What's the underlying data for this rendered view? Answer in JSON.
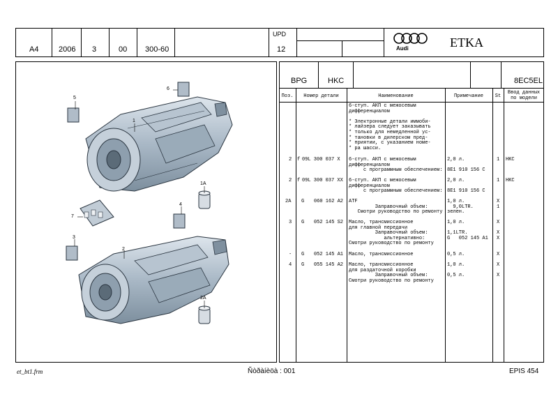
{
  "header": {
    "model": "A4",
    "year": "2006",
    "group": "3",
    "subgroup": "00",
    "illustration": "300-60",
    "upd_label": "UPD",
    "upd_value": "12",
    "brand": "Audi",
    "title": "ETKA"
  },
  "sub_header": {
    "code1": "BPG",
    "code2": "HKC",
    "code3": "8EC5EL"
  },
  "columns": {
    "pos": "Поз.",
    "part_no": "Номер детали",
    "name": "Наименование",
    "note": "Примечание",
    "st": "St",
    "model_data": "Ввод данных\nпо модели"
  },
  "rows": [
    {
      "pos": "",
      "flag": "",
      "part": "",
      "name": "6-ступ. АКП с межосевым\nдифференциалом\n\n* Электронные детали иммоби-\n* лайзера следует заказывать\n* только для немедленной ус-\n* тановки в дилерском пред-\n* приятии, с указанием номе-\n* ра шасси.",
      "note": "",
      "st": "",
      "model": ""
    },
    {
      "pos": "2",
      "flag": "f",
      "part": "09L 300 037 X",
      "name": "6-ступ. АКП с межосевым\nдифференциалом\n     с программным обеспечением:",
      "note": "2,0 л.\n\n8E1 910 156 C",
      "st": "1",
      "model": "HKC"
    },
    {
      "pos": "2",
      "flag": "f",
      "part": "09L 300 037 XX",
      "name": "6-ступ. АКП с межосевым\nдифференциалом\n     с программным обеспечением:",
      "note": "2,0 л.\n\n8E1 910 156 C",
      "st": "1",
      "model": "HKC"
    },
    {
      "pos": "2A",
      "flag": "G",
      "part": "060 162 A2",
      "name": "ATF\n         Заправочный объем:\n   Смотри руководство по ремонту",
      "note": "1,0 л.\n  9,0LTR.\nзелен.",
      "st": "X\n1",
      "model": ""
    },
    {
      "pos": "3",
      "flag": "G",
      "part": "052 145 S2",
      "name": "Масло, трансмиссионное\nдля главной передачи\n         Заправочный объем:\n            альтернативно:\nСмотри руководство по ремонту",
      "note": "1,0 л.\n\n1,1LTR.\nG   052 145 A1",
      "st": "X\n\nX\nX",
      "model": ""
    },
    {
      "pos": "-",
      "flag": "G",
      "part": "052 145 A1",
      "name": "Масло, трансмиссионное",
      "note": "0,5 л.",
      "st": "X",
      "model": ""
    },
    {
      "pos": "4",
      "flag": "G",
      "part": "055 145 A2",
      "name": "Масло, трансмиссионное\nдля раздаточной коробки\n         Заправочный объем:\nСмотри руководство по ремонту",
      "note": "1,0 л.\n\n0,5 л.",
      "st": "X\n\nX",
      "model": ""
    }
  ],
  "callouts": [
    "1",
    "1A",
    "2",
    "2A",
    "3",
    "4",
    "5",
    "6",
    "7"
  ],
  "footer": {
    "left": "et_bt1.frm",
    "center": "Ñòðàíèöà : 001",
    "right": "EPIS 454"
  }
}
